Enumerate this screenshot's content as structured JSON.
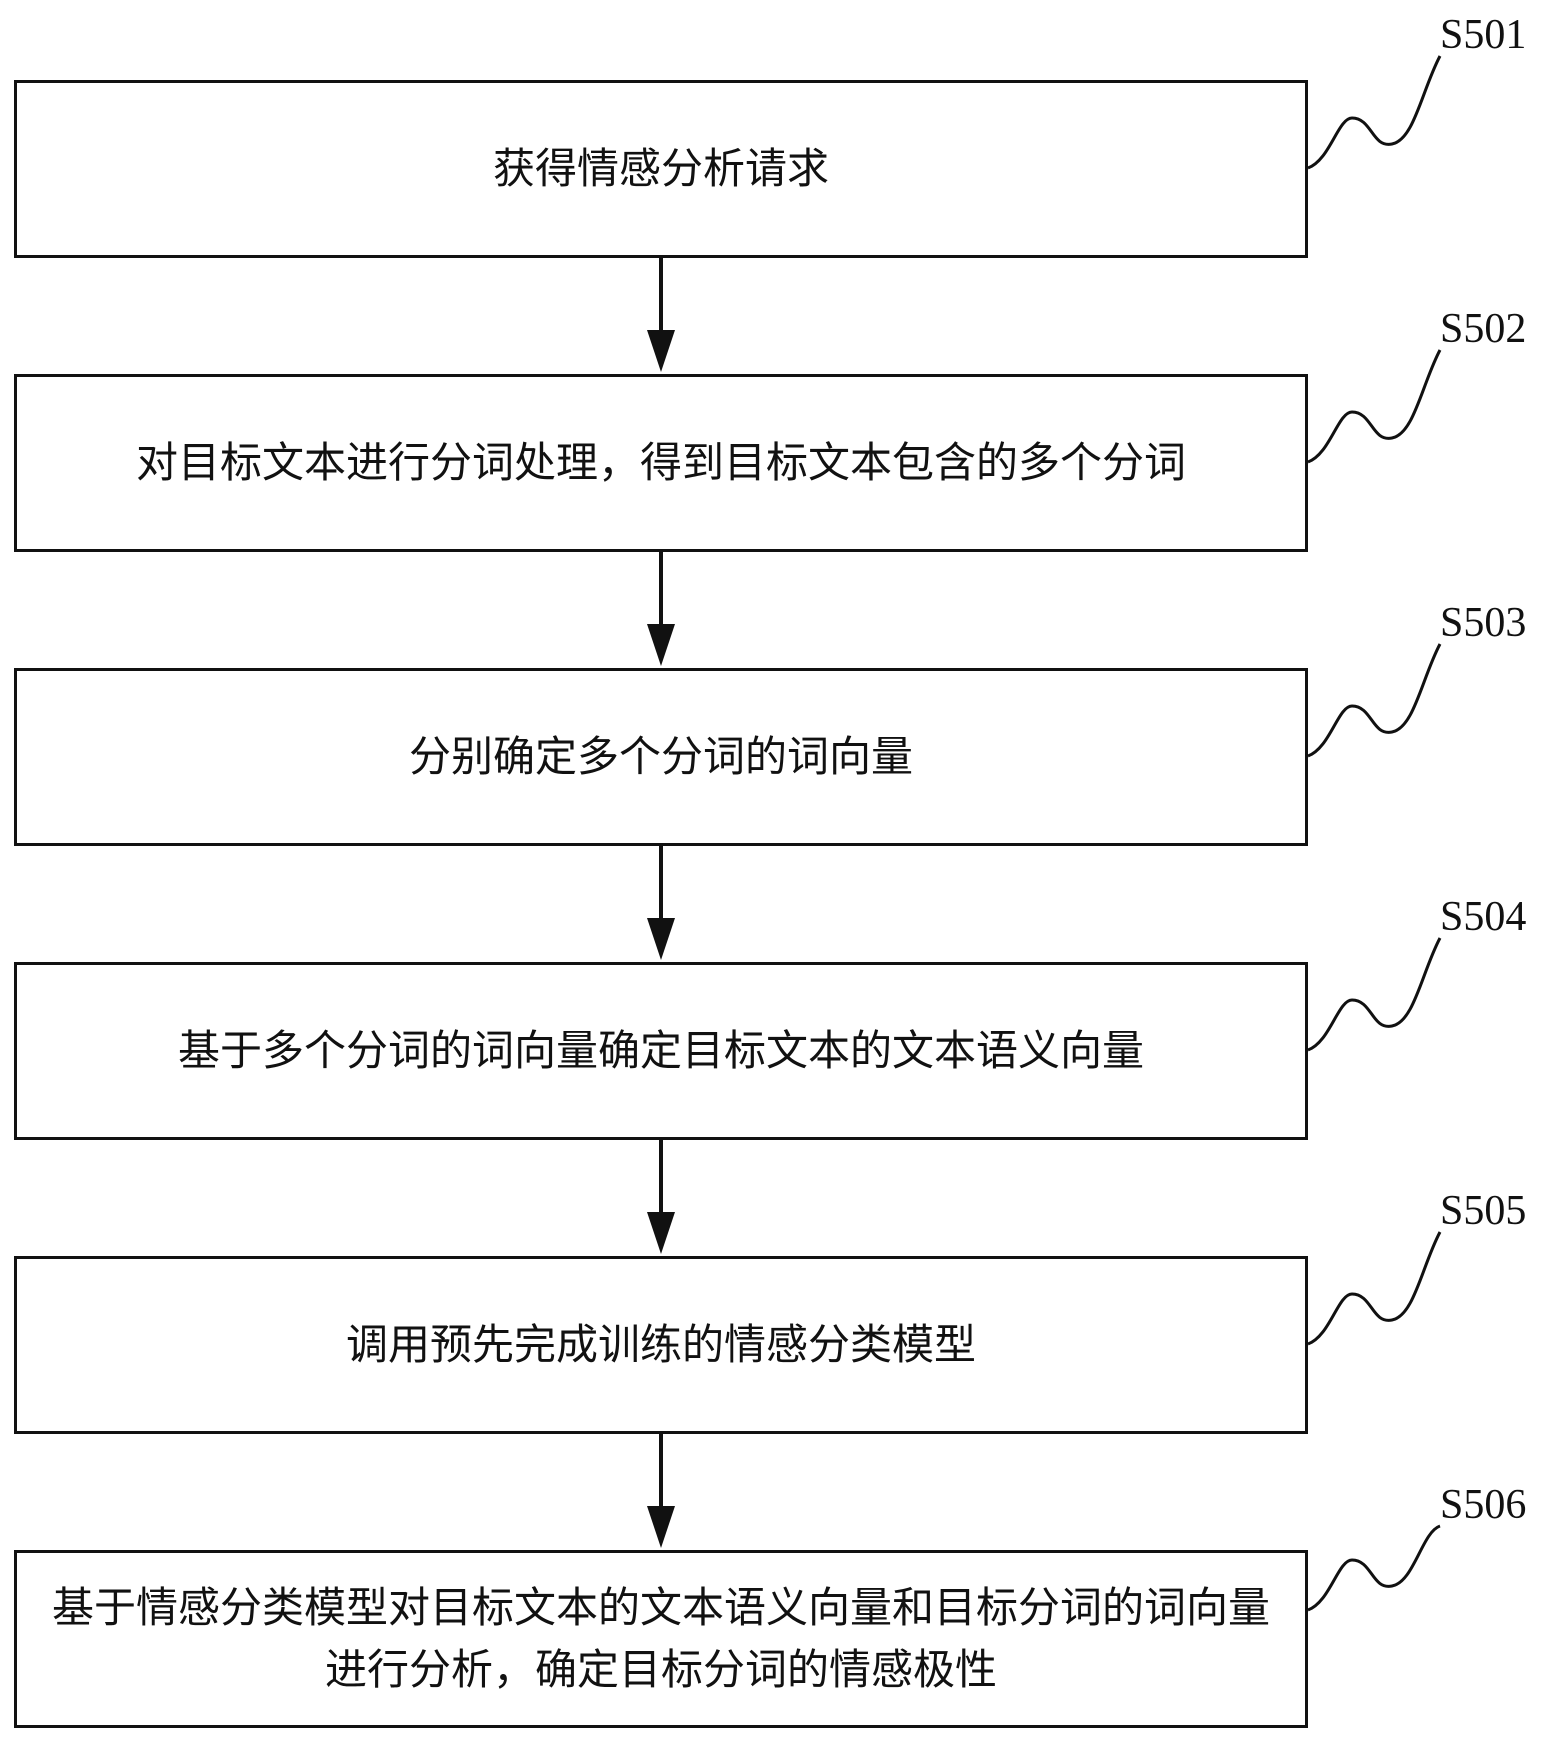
{
  "steps": [
    {
      "id": "S501",
      "text": "获得情感分析请求"
    },
    {
      "id": "S502",
      "text": "对目标文本进行分词处理，得到目标文本包含的多个分词"
    },
    {
      "id": "S503",
      "text": "分别确定多个分词的词向量"
    },
    {
      "id": "S504",
      "text": "基于多个分词的词向量确定目标文本的文本语义向量"
    },
    {
      "id": "S505",
      "text": "调用预先完成训练的情感分类模型"
    },
    {
      "id": "S506",
      "text": "基于情感分类模型对目标文本的文本语义向量和目标分词的词向量进行分析，确定目标分词的情感极性"
    }
  ]
}
